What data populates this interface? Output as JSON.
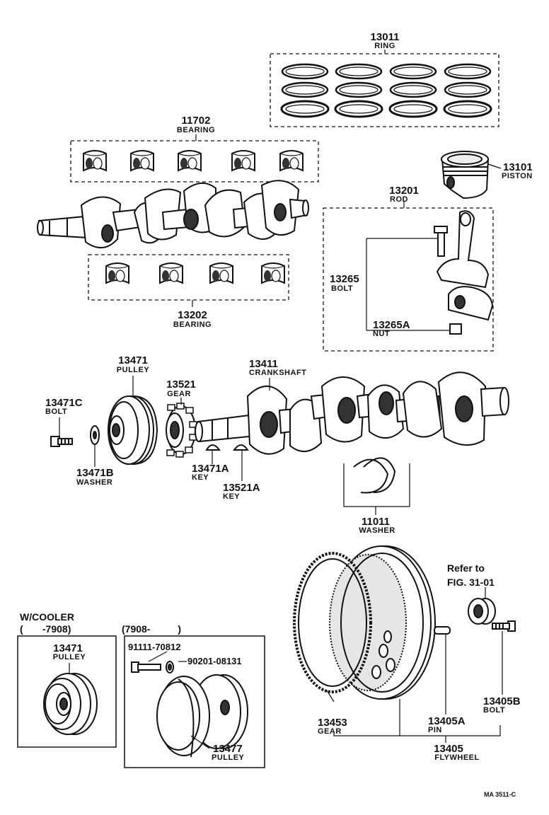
{
  "parts": {
    "ring": {
      "number": "13011",
      "name": "RING"
    },
    "bearing_upper": {
      "number": "11702",
      "name": "BEARING"
    },
    "piston": {
      "number": "13101",
      "name": "PISTON"
    },
    "rod": {
      "number": "13201",
      "name": "ROD"
    },
    "bolt_rod": {
      "number": "13265",
      "name": "BOLT"
    },
    "nut_rod": {
      "number": "13265A",
      "name": "NUT"
    },
    "bearing_lower": {
      "number": "13202",
      "name": "BEARING"
    },
    "pulley": {
      "number": "13471",
      "name": "PULLEY"
    },
    "gear": {
      "number": "13521",
      "name": "GEAR"
    },
    "crankshaft": {
      "number": "13411",
      "name": "CRANKSHAFT"
    },
    "bolt_pulley": {
      "number": "13471C",
      "name": "BOLT"
    },
    "washer_pulley": {
      "number": "13471B",
      "name": "WASHER"
    },
    "key_a": {
      "number": "13471A",
      "name": "KEY"
    },
    "key_b": {
      "number": "13521A",
      "name": "KEY"
    },
    "washer_thrust": {
      "number": "11011",
      "name": "WASHER"
    },
    "pulley_cooler": {
      "number": "13471",
      "name": "PULLEY"
    },
    "bolt_std": {
      "number": "91111-70812"
    },
    "washer_std": {
      "number": "90201-08131"
    },
    "pulley_b": {
      "number": "13477",
      "name": "PULLEY"
    },
    "gear_ring": {
      "number": "13453",
      "name": "GEAR"
    },
    "pin": {
      "number": "13405A",
      "name": "PIN"
    },
    "bolt_fw": {
      "number": "13405B",
      "name": "BOLT"
    },
    "flywheel": {
      "number": "13405",
      "name": "FLYWHEEL"
    }
  },
  "notes": {
    "refer_line1": "Refer to",
    "refer_line2": "FIG. 31-01",
    "cooler_title": "W/COOLER",
    "cooler_range": "(       -7908)",
    "after_range": "(7908-          )",
    "figure_code": "MA 3511-C"
  }
}
